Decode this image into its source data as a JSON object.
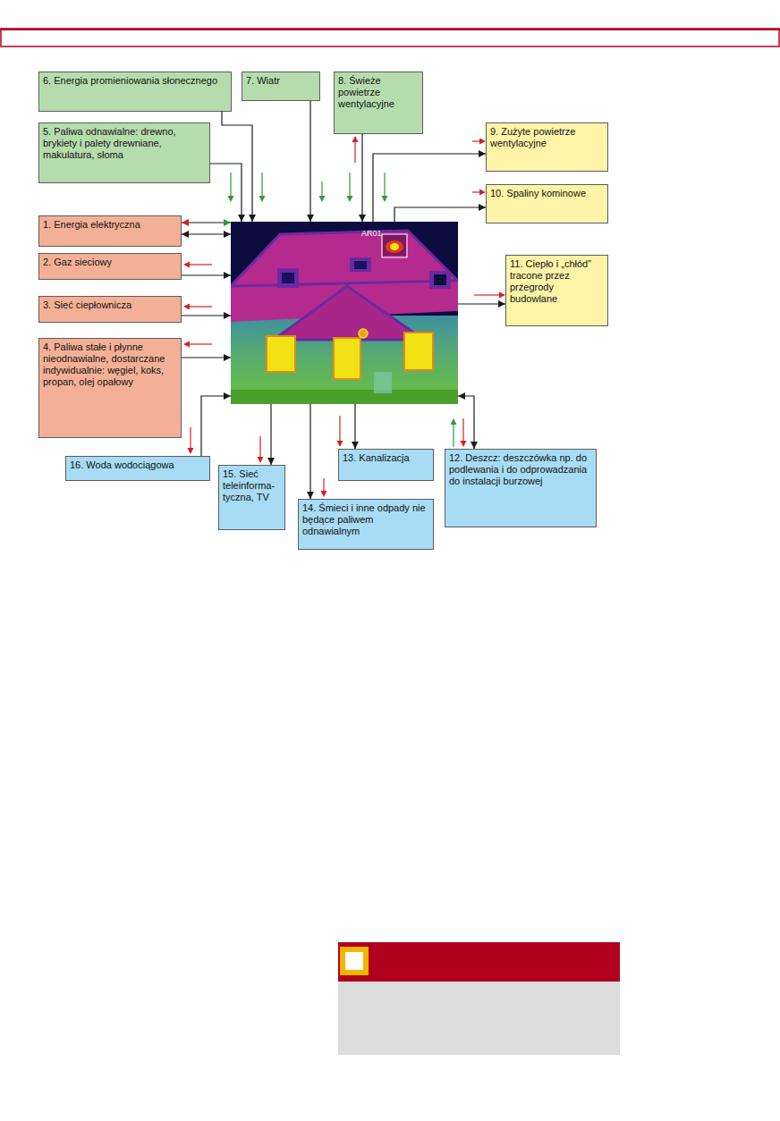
{
  "diagram": {
    "nodes": [
      {
        "text": [
          "1. Energia elektryczna"
        ]
      },
      {
        "text": [
          "2. Gaz sieciowy"
        ]
      },
      {
        "text": [
          "3. Sieć ciepłownicza"
        ]
      },
      {
        "text": [
          "4. Paliwa stałe i płynne nieodnawialne, dostarczane indywidualnie: węgiel, koks, propan, olej opałowy"
        ]
      },
      {
        "text": [
          "5. Paliwa odnawialne: drewno, brykiety i palety drewniane, makulatura, słoma"
        ]
      },
      {
        "text": [
          "6. Energia promieniowania słonecznego"
        ]
      },
      {
        "text": [
          "7. Wiatr"
        ]
      },
      {
        "text": [
          "8. Świeże powietrze wentylacyjne"
        ]
      },
      {
        "text": [
          "9. Zużyte powietrze wentylacyjne"
        ]
      },
      {
        "text": [
          "10. Spaliny kominowe"
        ]
      },
      {
        "text": [
          "11. Ciepło i „chłód” tracone przez przegrody budowlane"
        ]
      },
      {
        "text": [
          "12. Deszcz: deszczówka np. do podlewania i do odprowadzania do instalacji burzowej"
        ]
      },
      {
        "text": [
          "13. Kanalizacja"
        ]
      },
      {
        "text": [
          "14. Śmieci i inne odpady nie będące paliwem odnawialnym"
        ]
      },
      {
        "text": [
          "15. Sieć teleinforma- tyczna, TV"
        ]
      },
      {
        "text": [
          "16. Woda wodociągowa"
        ]
      },
      {
        "text": [
          "AR01"
        ]
      }
    ],
    "edges": [
      {
        "from": 0,
        "to": 16,
        "arrow": "both"
      },
      {
        "from": 0,
        "to": 16,
        "arrow": "both"
      },
      {
        "from": 1,
        "to": 16,
        "arrow": "to"
      },
      {
        "from": 2,
        "to": 16,
        "arrow": "to"
      },
      {
        "from": 3,
        "to": 16,
        "arrow": "to"
      },
      {
        "from": 4,
        "to": 16,
        "arrow": "to"
      },
      {
        "from": 5,
        "to": 16,
        "arrow": "to"
      },
      {
        "from": 6,
        "to": 16,
        "arrow": "to"
      },
      {
        "from": 7,
        "to": 16,
        "arrow": "to"
      },
      {
        "from": 16,
        "to": 8,
        "arrow": "to"
      },
      {
        "from": 16,
        "to": 9,
        "arrow": "to"
      },
      {
        "from": 16,
        "to": 10,
        "arrow": "to"
      },
      {
        "from": 11,
        "to": 16,
        "arrow": "both"
      },
      {
        "from": 16,
        "to": 12,
        "arrow": "to"
      },
      {
        "from": 16,
        "to": 13,
        "arrow": "to"
      },
      {
        "from": 16,
        "to": 14,
        "arrow": "to"
      },
      {
        "from": 15,
        "to": 16,
        "arrow": "to"
      }
    ]
  }
}
